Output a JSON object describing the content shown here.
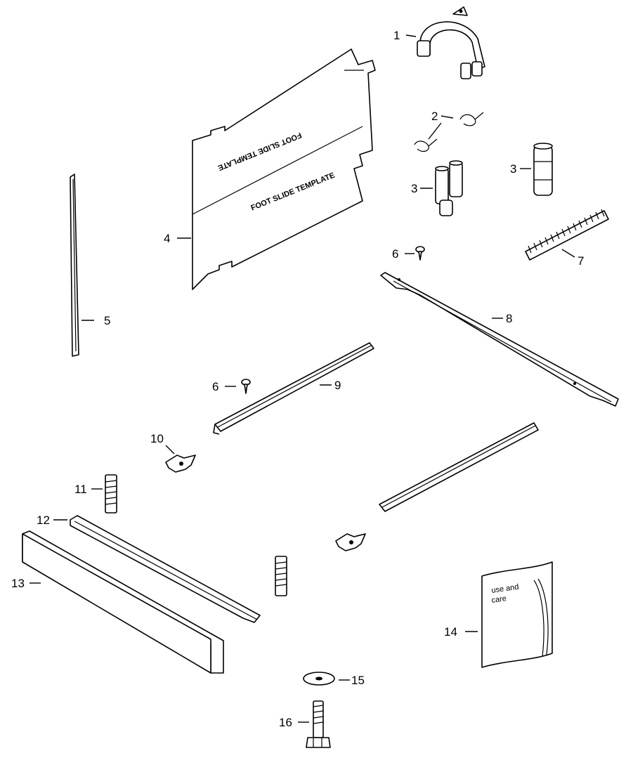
{
  "diagram": {
    "callouts": {
      "p1": "1",
      "p2": "2",
      "p3a": "3",
      "p3b": "3",
      "p4": "4",
      "p5": "5",
      "p6a": "6",
      "p6b": "6",
      "p7": "7",
      "p8": "8",
      "p9": "9",
      "p10": "10",
      "p11": "11",
      "p12": "12",
      "p13": "13",
      "p14": "14",
      "p15": "15",
      "p16": "16"
    },
    "template_text_1": "FOOT SLIDE TEMPLATE",
    "template_text_2": "FOOT SLIDE TEMPLATE",
    "manual_title_1": "use and",
    "manual_title_2": "care"
  }
}
